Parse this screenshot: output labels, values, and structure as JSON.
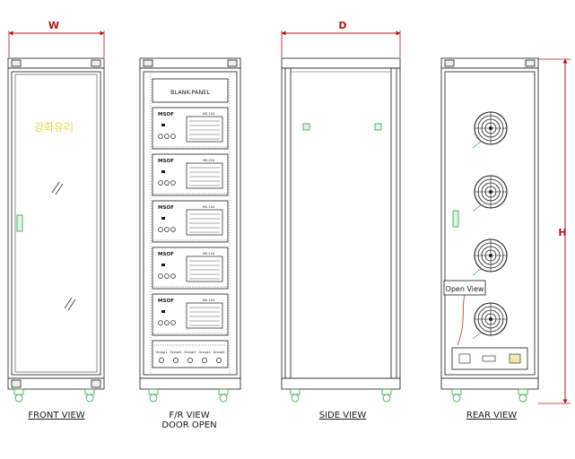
{
  "dimensions": {
    "width": "W",
    "depth": "D",
    "height": "H"
  },
  "front": {
    "label": "FRONT VIEW",
    "glass_text": "강화유리"
  },
  "fr": {
    "label_line1": "F/R VIEW",
    "label_line2": "DOOR OPEN",
    "blank_panel": "BLANK-PANEL",
    "modules": [
      {
        "brand": "MSOF",
        "text": "MS-104"
      },
      {
        "brand": "MSOF",
        "text": "MS-104"
      },
      {
        "brand": "MSOF",
        "text": "MS-104"
      },
      {
        "brand": "MSOF",
        "text": "MS-104"
      },
      {
        "brand": "MSOF",
        "text": "MS-104"
      }
    ],
    "bottom_slots": [
      "Group1",
      "Group2",
      "Group3",
      "Group4",
      "Group5"
    ]
  },
  "side": {
    "label": "SIDE VIEW"
  },
  "rear": {
    "label": "REAR VIEW",
    "callout": "Open View",
    "fan_count": 4
  },
  "colors": {
    "line": "#1a1a1a",
    "dimension": "#b01818",
    "glass_text": "#e8d44a",
    "handle": "#2ea043",
    "callout_leader": "#d03030"
  }
}
